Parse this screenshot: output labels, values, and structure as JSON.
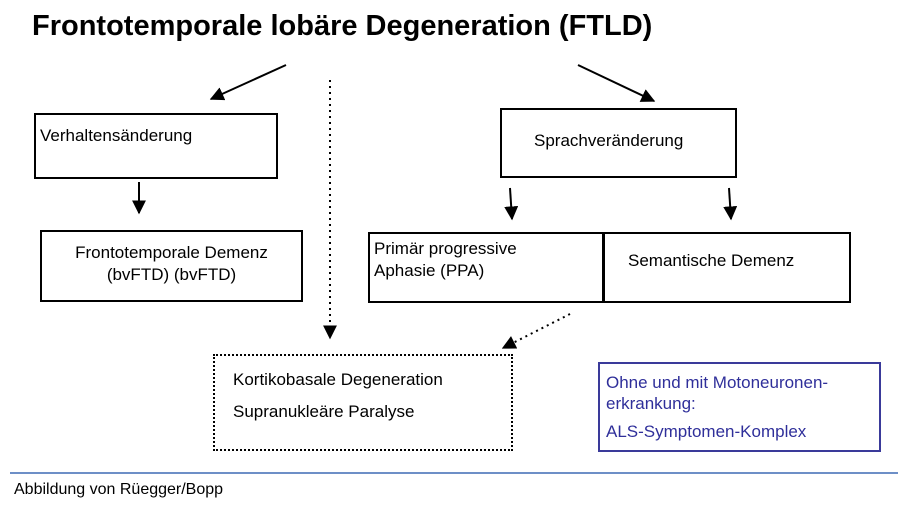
{
  "title": "Frontotemporale lobäre Degeneration (FTLD)",
  "boxes": {
    "verhalten": "Verhaltensänderung",
    "sprache": "Sprachveränderung",
    "ftd": {
      "line1": "Frontotemporale Demenz",
      "line2": "(bvFTD) (bvFTD)"
    },
    "ppa": {
      "line1": "Primär progressive",
      "line2": "Aphasie (PPA)"
    },
    "semantisch": "Semantische Demenz",
    "kortiko": {
      "line1": "Kortikobasale Degeneration",
      "line2": "Supranukleäre  Paralyse"
    },
    "ohne": {
      "line1": "Ohne und mit Motoneuronen-",
      "line2": "erkrankung:",
      "line3": "ALS-Symptomen-Komplex"
    }
  },
  "credit": "Abbildung von Rüegger/Bopp",
  "colors": {
    "accent_box": "#2f2f9a",
    "rule": "#6d8fc7"
  }
}
